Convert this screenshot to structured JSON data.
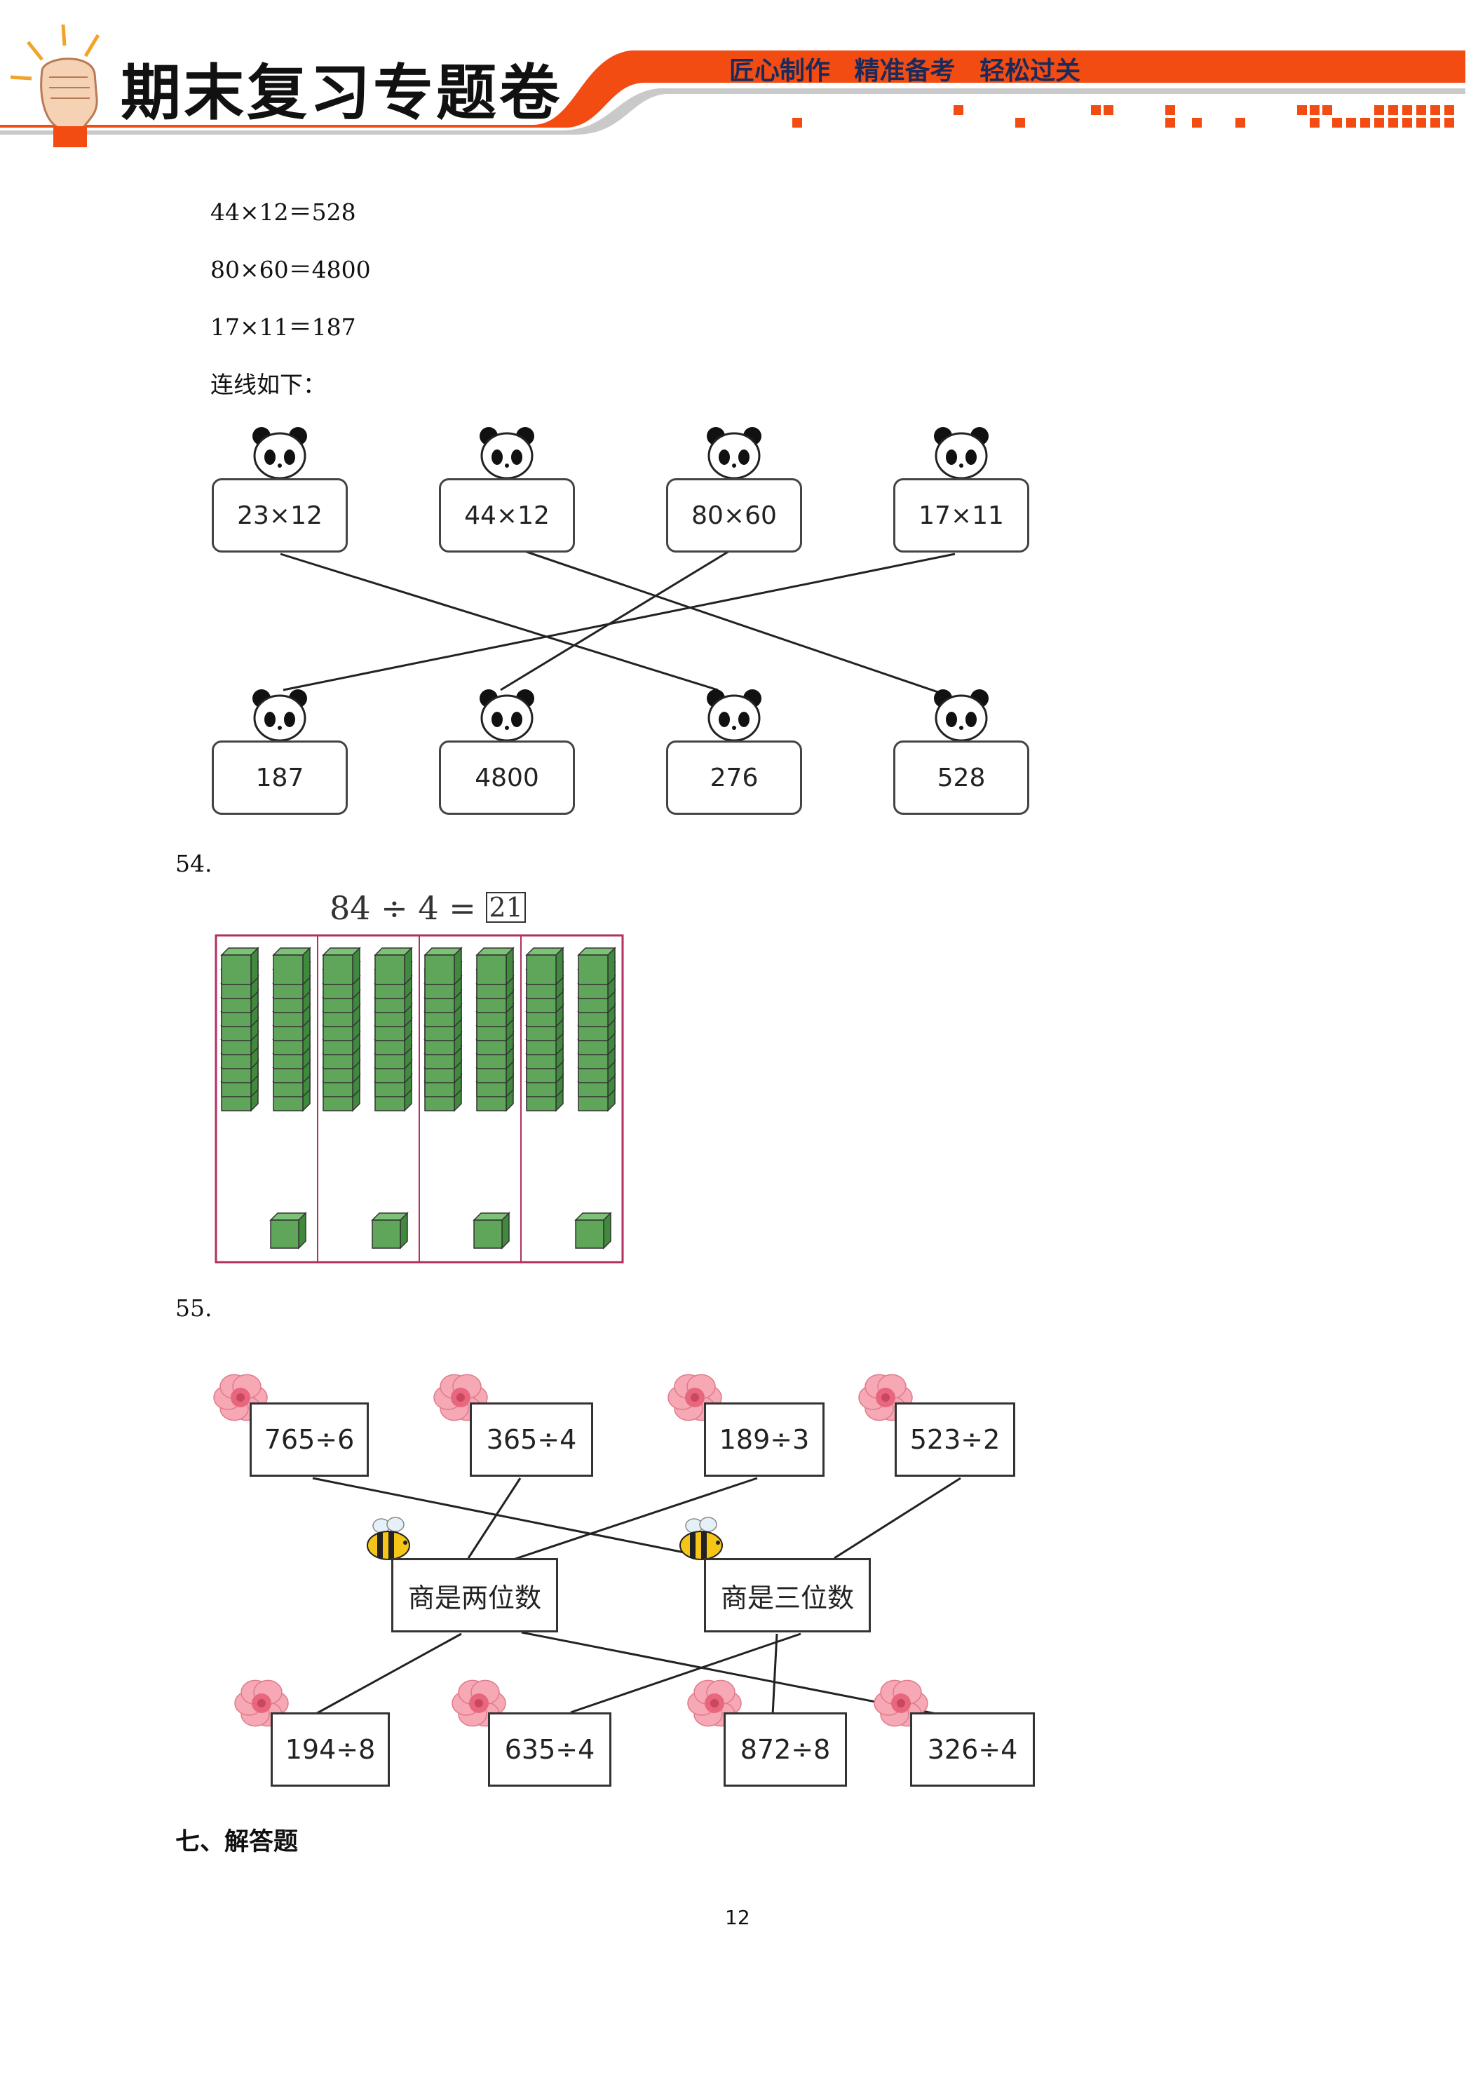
{
  "header": {
    "title": "期末复习专题卷",
    "slogan": "匠心制作 精准备考 轻松过关",
    "accent_color": "#f24c12",
    "slogan_color": "#1a2a5a"
  },
  "answers": {
    "lines": [
      "44×12＝528",
      "80×60＝4800",
      "17×11＝187"
    ],
    "match_note": "连线如下："
  },
  "figure_match": {
    "top_cards": [
      "23×12",
      "44×12",
      "80×60",
      "17×11"
    ],
    "bottom_cards": [
      "187",
      "4800",
      "276",
      "528"
    ],
    "connections": [
      [
        0,
        2
      ],
      [
        1,
        3
      ],
      [
        2,
        1
      ],
      [
        3,
        0
      ]
    ],
    "card_icon": "panda-icon"
  },
  "q54": {
    "number": "54.",
    "equation": "84 ÷ 4 =",
    "answer": "21",
    "groups": 4,
    "tens_per_group": 2,
    "ones_per_group": 1,
    "block_color": "#5fa55a",
    "border_color": "#b03060"
  },
  "q55": {
    "number": "55.",
    "top_boxes": [
      "765÷6",
      "365÷4",
      "189÷3",
      "523÷2"
    ],
    "middle_boxes": [
      "商是两位数",
      "商是三位数"
    ],
    "bottom_boxes": [
      "194÷8",
      "635÷4",
      "872÷8",
      "326÷4"
    ],
    "top_links": [
      [
        0,
        1
      ],
      [
        1,
        0
      ],
      [
        2,
        0
      ],
      [
        3,
        1
      ]
    ],
    "bottom_links": [
      [
        0,
        0
      ],
      [
        1,
        1
      ],
      [
        2,
        1
      ],
      [
        3,
        0
      ]
    ],
    "box_icon": "flower-icon",
    "middle_icon": "bee-icon"
  },
  "section": {
    "heading": "七、解答题"
  },
  "page": {
    "number": "12"
  }
}
